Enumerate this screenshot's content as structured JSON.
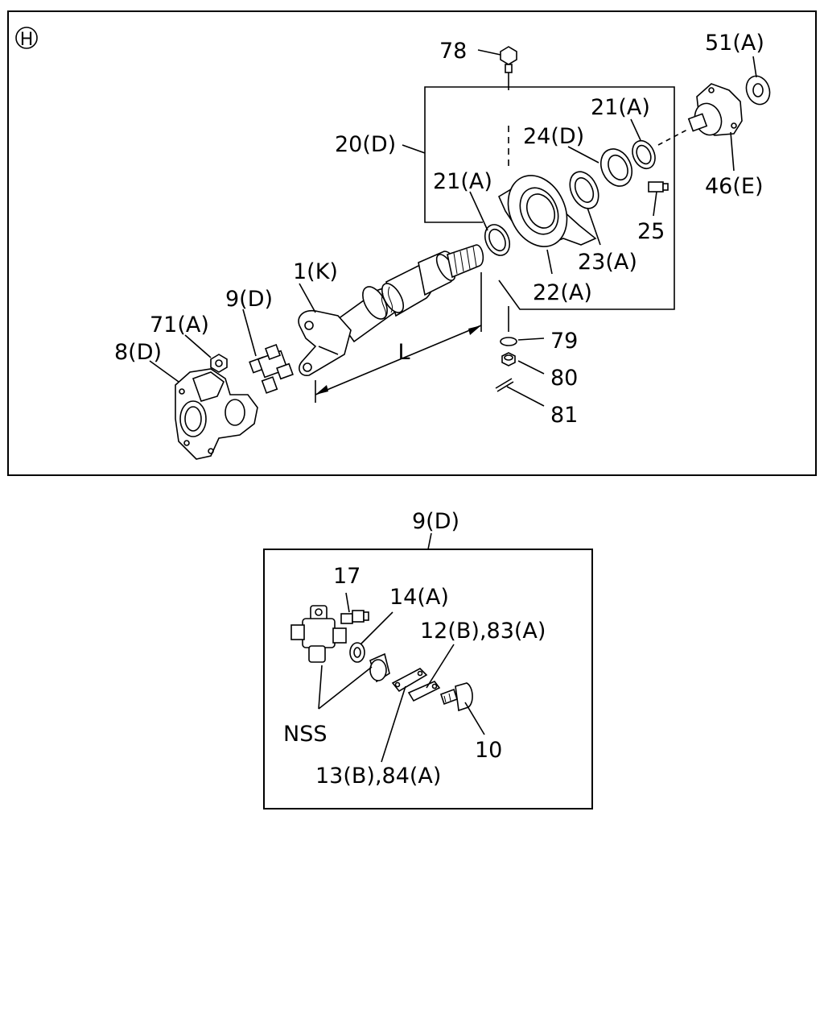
{
  "section_marker": "H",
  "callouts_main": {
    "p78": "78",
    "p51a": "51(A)",
    "p21a_top": "21(A)",
    "p24d": "24(D)",
    "p20d": "20(D)",
    "p21a_mid": "21(A)",
    "p46e": "46(E)",
    "p25": "25",
    "p23a": "23(A)",
    "p22a": "22(A)",
    "p1k": "1(K)",
    "p9d": "9(D)",
    "p71a": "71(A)",
    "p8d": "8(D)",
    "dim_L": "L",
    "p79": "79",
    "p80": "80",
    "p81": "81"
  },
  "detail": {
    "title": "9(D)",
    "p17": "17",
    "p14a": "14(A)",
    "p12b_83a": "12(B),83(A)",
    "nss": "NSS",
    "p10": "10",
    "p13b_84a": "13(B),84(A)"
  }
}
